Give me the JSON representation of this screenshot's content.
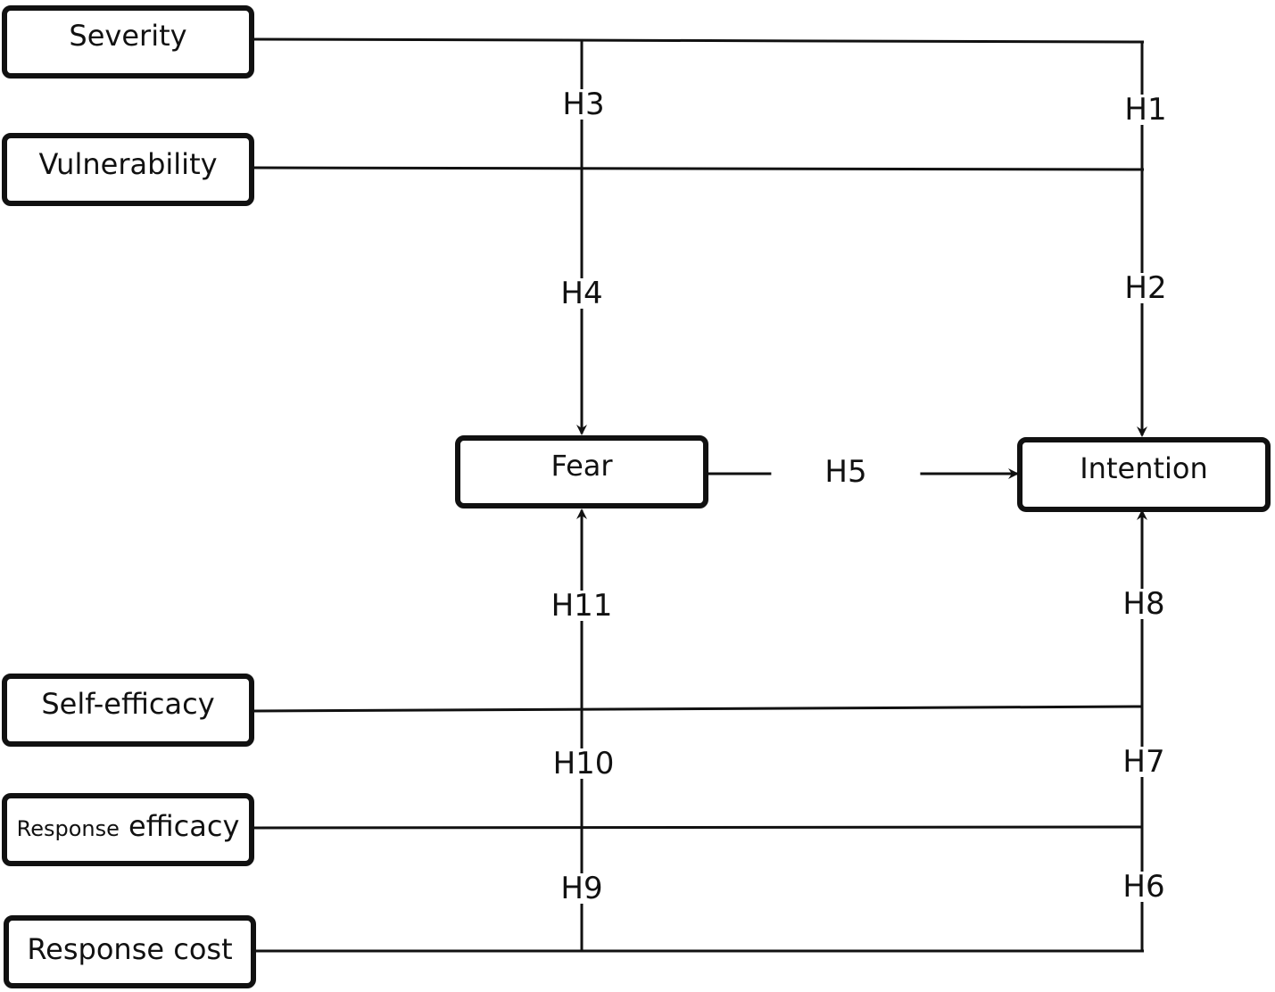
{
  "nodes": {
    "severity": "Severity",
    "vulnerability": "Vulnerability",
    "fear": "Fear",
    "intention": "Intention",
    "self_efficacy": "Self-efficacy",
    "response_efficacy_small": "Response",
    "response_efficacy_large": "efficacy",
    "response_cost": "Response cost"
  },
  "hypotheses": {
    "h1": "H1",
    "h2": "H2",
    "h3": "H3",
    "h4": "H4",
    "h5": "H5",
    "h6": "H6",
    "h7": "H7",
    "h8": "H8",
    "h9": "H9",
    "h10": "H10",
    "h11": "H11"
  },
  "colors": {
    "line": "#111111",
    "background": "#ffffff"
  }
}
